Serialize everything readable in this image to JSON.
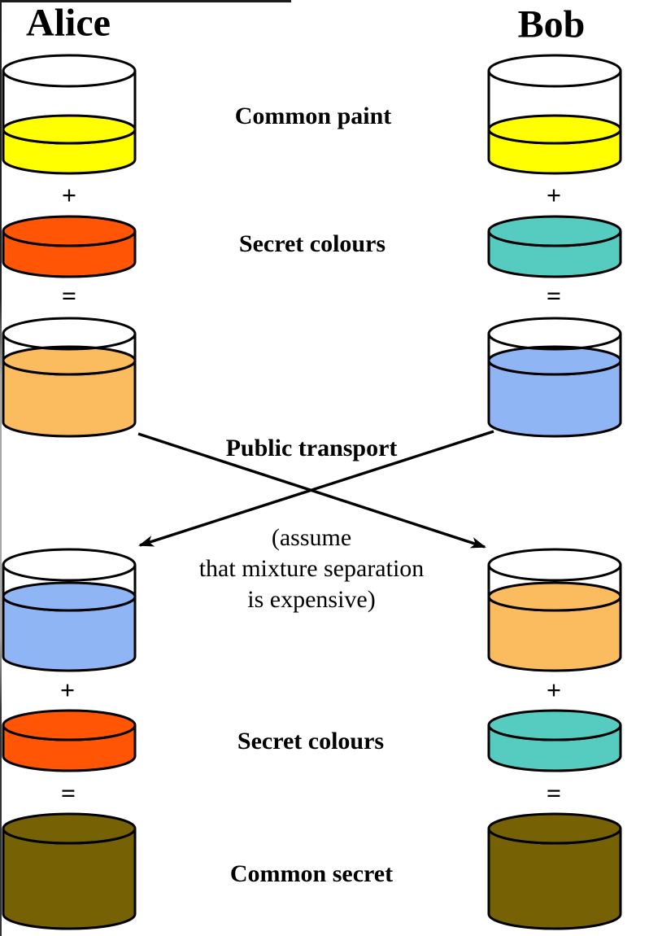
{
  "people": {
    "alice": "Alice",
    "bob": "Bob"
  },
  "labels": {
    "common_paint": "Common paint",
    "secret_colours": "Secret colours",
    "public_transport": "Public transport",
    "assumption_line1": "(assume",
    "assumption_line2": "that mixture separation",
    "assumption_line3": "is expensive)",
    "common_secret": "Common secret",
    "plus": "+",
    "equals": "="
  },
  "colors": {
    "common_paint": "#ffff00",
    "alice_secret": "#ff5504",
    "bob_secret": "#56ccc0",
    "alice_mixture": "#fbbc60",
    "bob_mixture": "#90b5f5",
    "common_secret": "#766205",
    "outline": "#000000"
  }
}
